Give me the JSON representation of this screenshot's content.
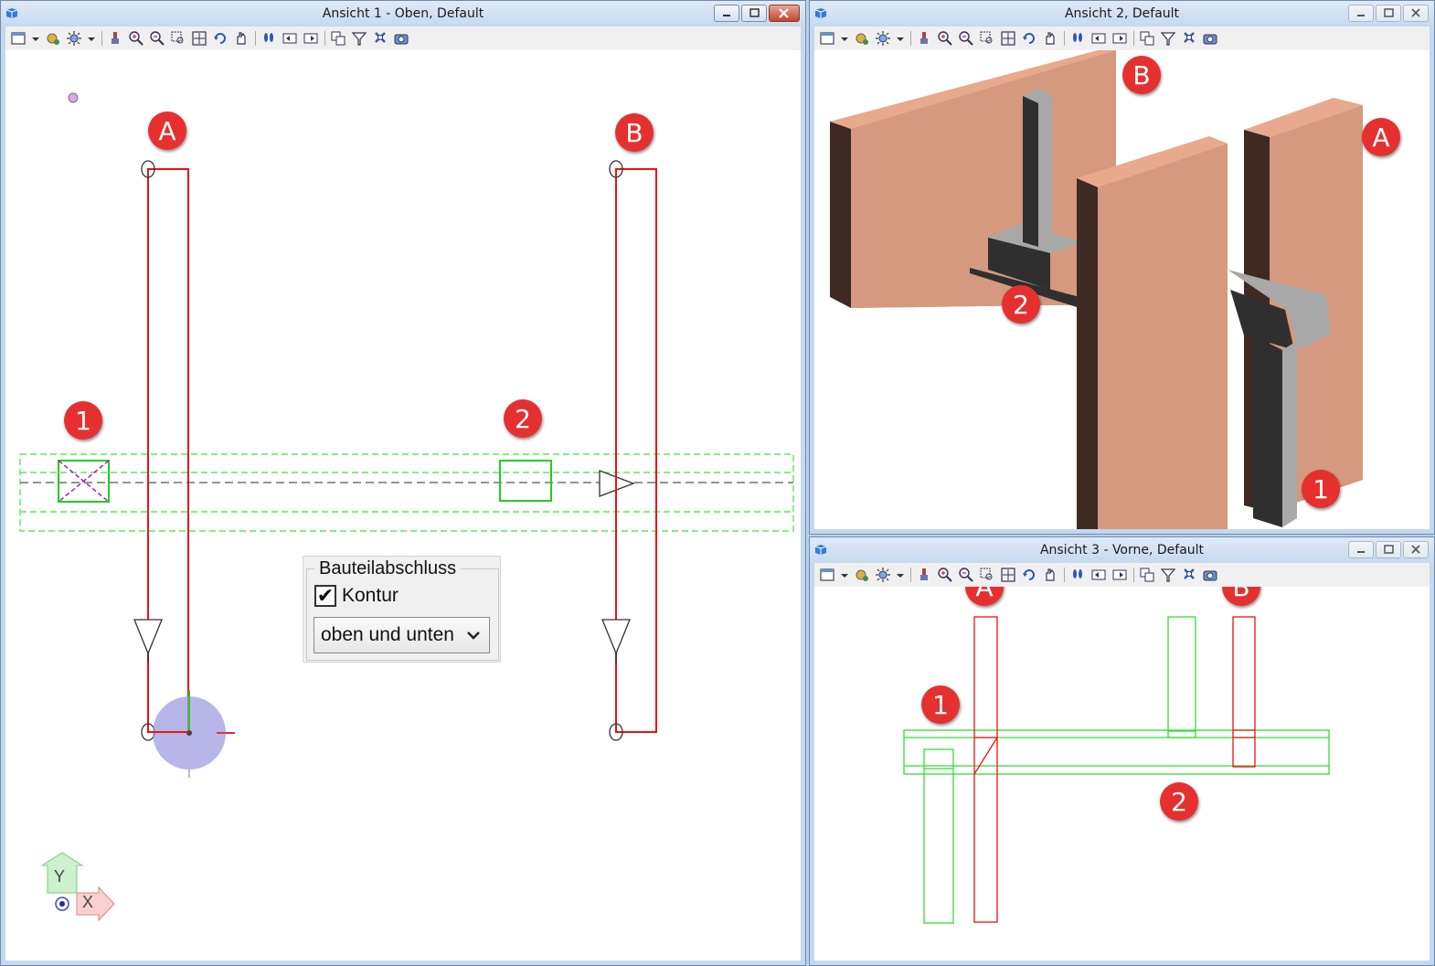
{
  "windows": {
    "view1": {
      "title": "Ansicht 1 - Oben, Default"
    },
    "view2": {
      "title": "Ansicht 2, Default"
    },
    "view3": {
      "title": "Ansicht 3 - Vorne, Default"
    }
  },
  "toolbar": {
    "icons": [
      "view-layout-icon",
      "dropdown-icon",
      "render-mode-icon",
      "light-icon",
      "dropdown-icon",
      "brush-icon",
      "zoom-in-icon",
      "zoom-out-icon",
      "zoom-window-icon",
      "fit-view-icon",
      "rotate-icon",
      "pan-icon",
      "footprint-icon",
      "view-previous-icon",
      "view-next-icon",
      "copy-view-icon",
      "filter-icon",
      "settings-icon",
      "camera-icon"
    ]
  },
  "markers": {
    "view1": {
      "a": "A",
      "b": "B",
      "one": "1",
      "two": "2"
    },
    "view2": {
      "b": "B",
      "a": "A",
      "two": "2",
      "one": "1"
    },
    "view3": {
      "a": "A",
      "b": "B",
      "one": "1",
      "two": "2"
    }
  },
  "dialog": {
    "group_label": "Bauteilabschluss",
    "checkbox_label": "Kontur",
    "checkbox_checked": true,
    "select_value": "oben und unten"
  },
  "axis": {
    "y_label": "Y",
    "x_label": "X"
  },
  "colors": {
    "marker": "#e63030",
    "wall_face": "#d4997f",
    "wall_top": "#e9a98c",
    "wall_side": "#3e2a22",
    "beam_dark": "#2f2f2f",
    "beam_light": "#a8a8a8",
    "outline_red": "#ee1111",
    "outline_green": "#22dd22"
  }
}
